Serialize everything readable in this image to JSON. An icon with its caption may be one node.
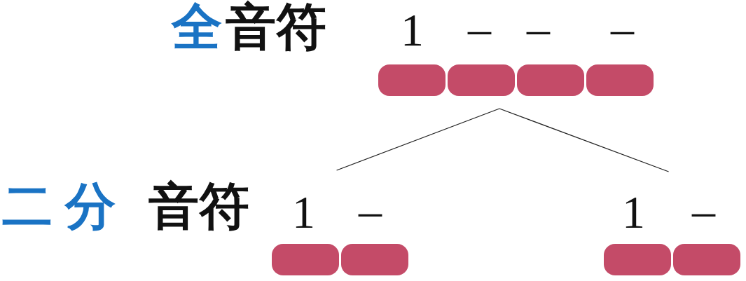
{
  "diagram": {
    "nodes": [
      {
        "text": [
          "1",
          "–",
          "–",
          "–"
        ]
      },
      {
        "text": [
          "1",
          "–"
        ]
      },
      {
        "text": [
          "1",
          "–"
        ]
      }
    ],
    "edges": [
      {
        "from": 0,
        "to": 1,
        "arrow": "none"
      },
      {
        "from": 0,
        "to": 2,
        "arrow": "none"
      }
    ],
    "labels": [
      "全",
      "音符",
      "二分",
      "音符"
    ]
  }
}
